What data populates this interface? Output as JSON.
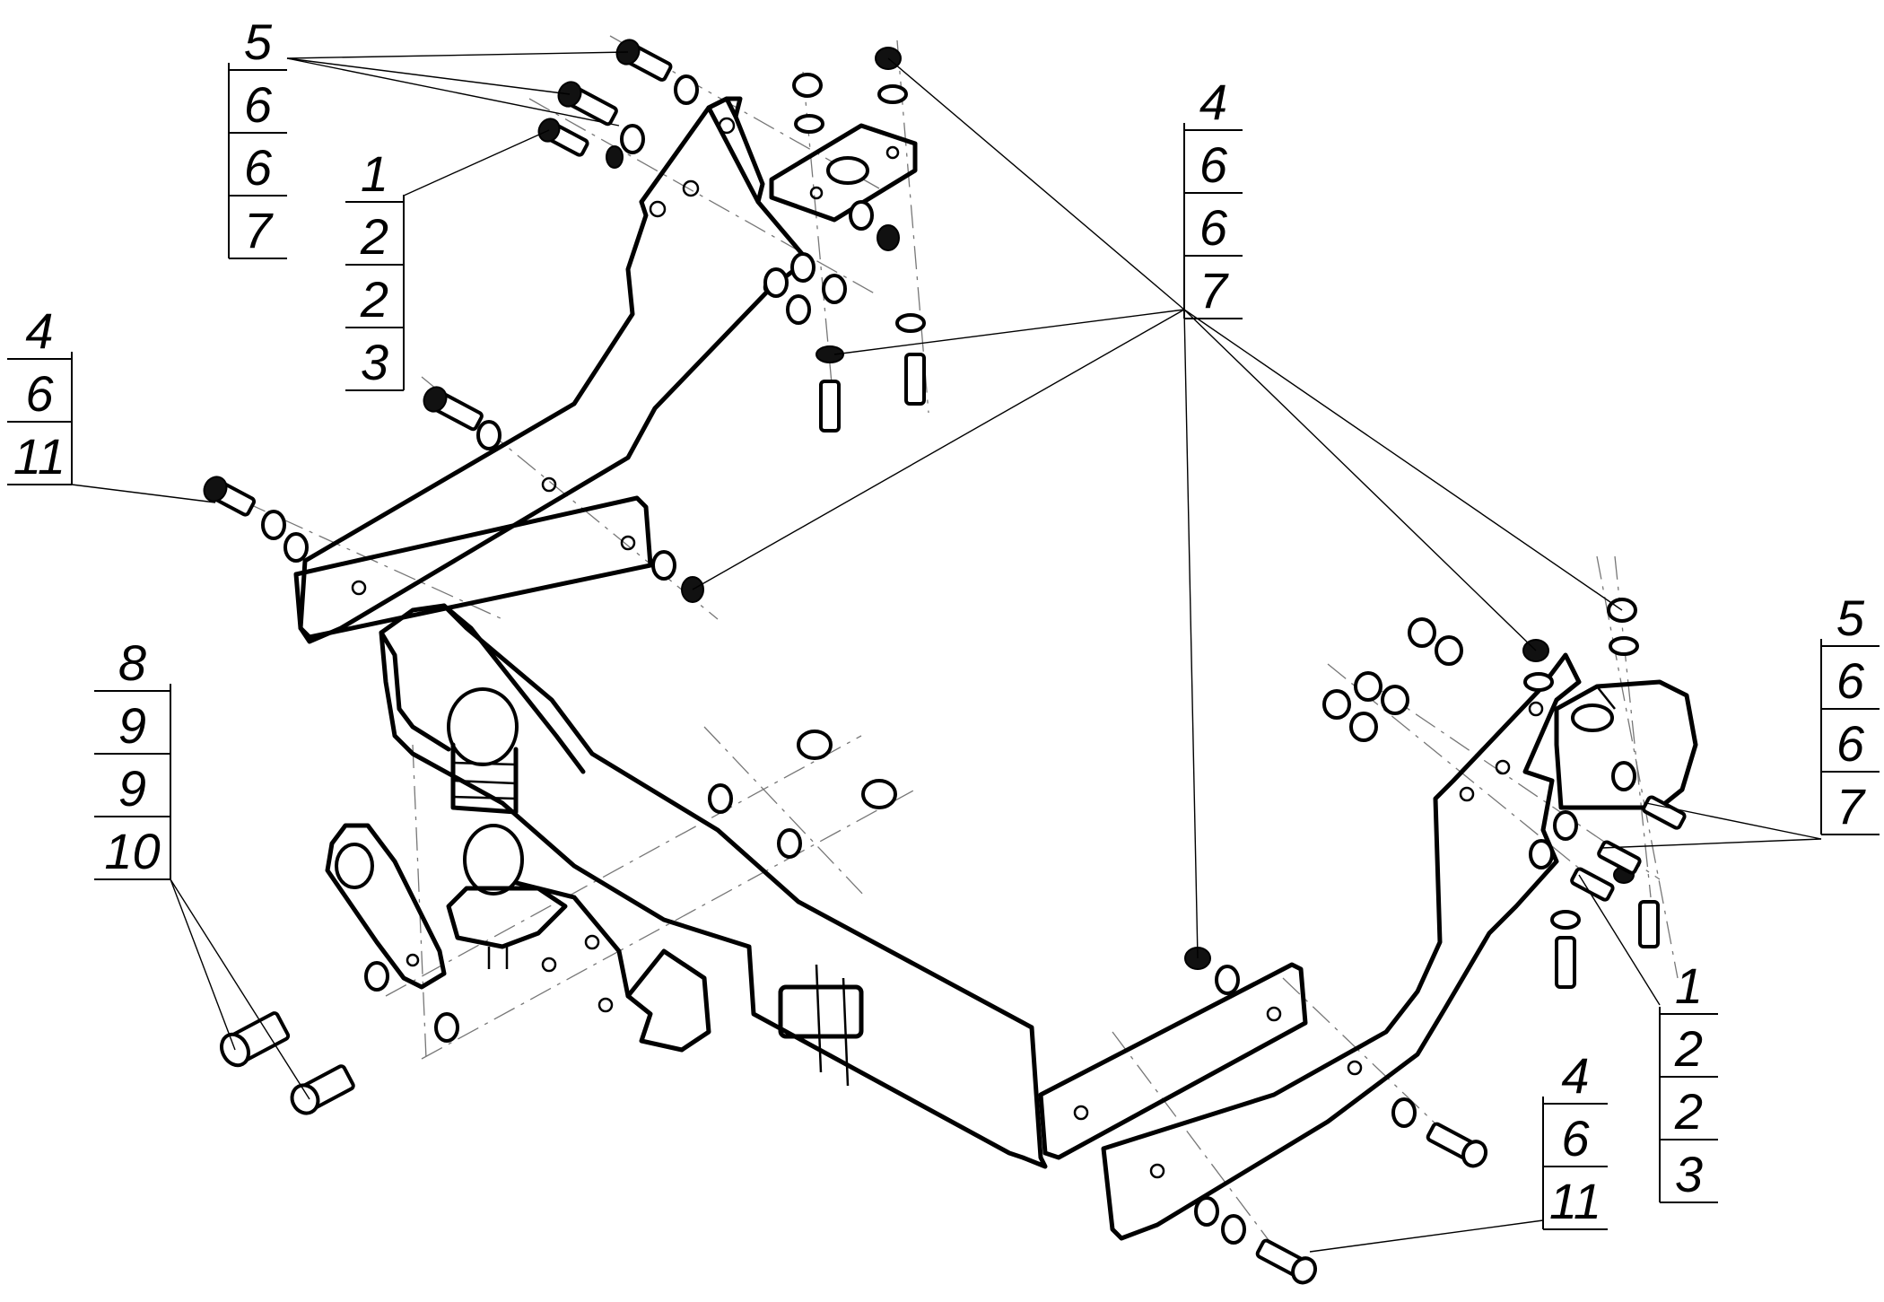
{
  "callouts": {
    "top_left_5667": [
      "5",
      "6",
      "6",
      "7"
    ],
    "left_12223": [
      "1",
      "2",
      "2",
      "3"
    ],
    "far_left_4611": [
      "4",
      "6",
      "11"
    ],
    "top_center_4667": [
      "4",
      "6",
      "6",
      "7"
    ],
    "left_89910": [
      "8",
      "9",
      "9",
      "10"
    ],
    "right_5667": [
      "5",
      "6",
      "6",
      "7"
    ],
    "right_12223": [
      "1",
      "2",
      "2",
      "3"
    ],
    "bottom_4611": [
      "4",
      "6",
      "11"
    ]
  }
}
